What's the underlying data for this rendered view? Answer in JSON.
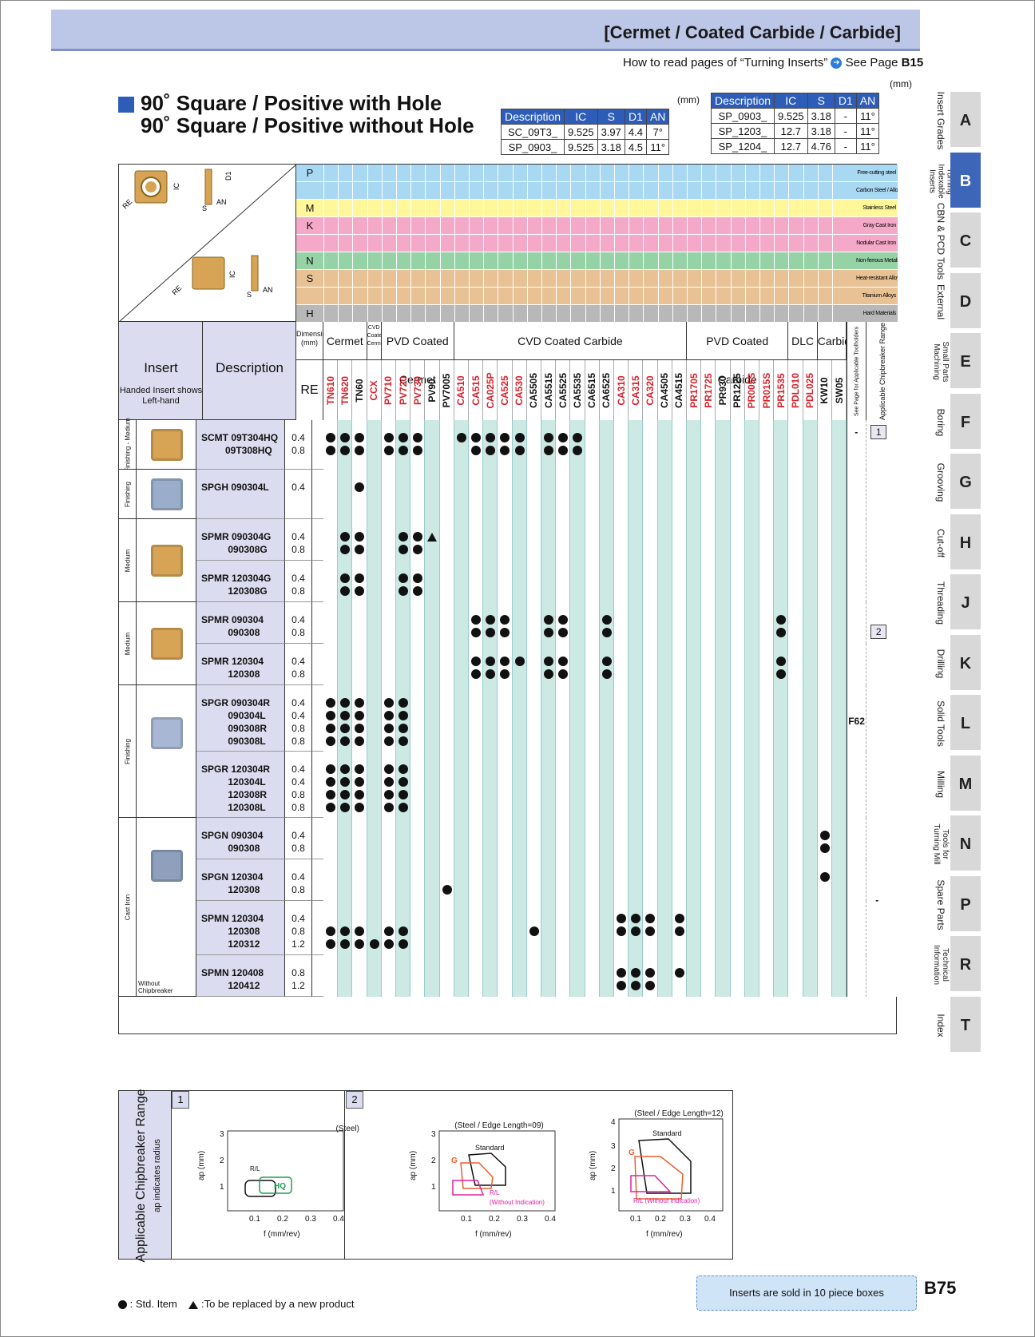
{
  "header": {
    "title": "[Cermet / Coated Carbide / Carbide]",
    "how_to": "How to read pages of “Turning Inserts”",
    "see_page": "See Page",
    "see_page_num": "B15",
    "mm": "(mm)"
  },
  "title": {
    "line1": "90˚ Square / Positive with Hole",
    "line2": "90˚ Square / Positive without Hole"
  },
  "dim_table_1": {
    "unit": "(mm)",
    "headers": [
      "Description",
      "IC",
      "S",
      "D1",
      "AN"
    ],
    "rows": [
      [
        "SC_09T3_",
        "9.525",
        "3.97",
        "4.4",
        "7°"
      ],
      [
        "SP_0903_",
        "9.525",
        "3.18",
        "4.5",
        "11°"
      ]
    ]
  },
  "dim_table_2": {
    "headers": [
      "Description",
      "IC",
      "S",
      "D1",
      "AN"
    ],
    "rows": [
      [
        "SP_0903_",
        "9.525",
        "3.18",
        "-",
        "11°"
      ],
      [
        "SP_1203_",
        "12.7",
        "3.18",
        "-",
        "11°"
      ],
      [
        "SP_1204_",
        "12.7",
        "4.76",
        "-",
        "11°"
      ]
    ]
  },
  "diagram_labels": {
    "ic": "IC",
    "s": "S",
    "d1": "D1",
    "an": "AN",
    "re": "RE"
  },
  "material_rows": [
    {
      "code": "P",
      "label": "Free-cutting steel",
      "color": "#a9d8f2"
    },
    {
      "code": "",
      "label": "Carbon Steel / Alloy Steel",
      "color": "#a9d8f2"
    },
    {
      "code": "M",
      "label": "Stainless Steel",
      "color": "#fff79a"
    },
    {
      "code": "K",
      "label": "Gray Cast Iron",
      "color": "#f4a9c8"
    },
    {
      "code": "",
      "label": "Nodular Cast Iron",
      "color": "#f4a9c8"
    },
    {
      "code": "N",
      "label": "Non-ferrous Metals",
      "color": "#95d3a6"
    },
    {
      "code": "S",
      "label": "Heat-resistant Alloys",
      "color": "#e8c294"
    },
    {
      "code": "",
      "label": "Titanium Alloys",
      "color": "#e8c294"
    },
    {
      "code": "H",
      "label": "Hard Materials",
      "color": "#b8b8b8"
    }
  ],
  "column_headers": {
    "insert": "Insert",
    "handed": "Handed Insert shows Left-hand",
    "description": "Description",
    "dimension": "Dimension (mm)",
    "re": "RE",
    "groups": [
      "Cermet",
      "CVD Coated Cermet",
      "PVD Coated Cermet",
      "CVD Coated Carbide",
      "PVD Coated Carbide",
      "DLC",
      "Carbide"
    ],
    "see_page": "See Page for Applicable Toolholders",
    "chipbreaker": "Applicable Chipbreaker Range"
  },
  "grades": [
    {
      "name": "TN610",
      "color": "#d8202a"
    },
    {
      "name": "TN620",
      "color": "#d8202a"
    },
    {
      "name": "TN60",
      "color": "#111"
    },
    {
      "name": "CCX",
      "color": "#d8202a"
    },
    {
      "name": "PV710",
      "color": "#d8202a"
    },
    {
      "name": "PV720",
      "color": "#d8202a"
    },
    {
      "name": "PV730",
      "color": "#d8202a"
    },
    {
      "name": "PV90",
      "color": "#111"
    },
    {
      "name": "PV7005",
      "color": "#111"
    },
    {
      "name": "CA510",
      "color": "#d8202a"
    },
    {
      "name": "CA515",
      "color": "#d8202a"
    },
    {
      "name": "CA025P",
      "color": "#d8202a"
    },
    {
      "name": "CA525",
      "color": "#d8202a"
    },
    {
      "name": "CA530",
      "color": "#d8202a"
    },
    {
      "name": "CA5505",
      "color": "#111"
    },
    {
      "name": "CA5515",
      "color": "#111"
    },
    {
      "name": "CA5525",
      "color": "#111"
    },
    {
      "name": "CA5535",
      "color": "#111"
    },
    {
      "name": "CA6515",
      "color": "#111"
    },
    {
      "name": "CA6525",
      "color": "#111"
    },
    {
      "name": "CA310",
      "color": "#d8202a"
    },
    {
      "name": "CA315",
      "color": "#d8202a"
    },
    {
      "name": "CA320",
      "color": "#d8202a"
    },
    {
      "name": "CA4505",
      "color": "#111"
    },
    {
      "name": "CA4515",
      "color": "#111"
    },
    {
      "name": "PR1705",
      "color": "#d8202a"
    },
    {
      "name": "PR1725",
      "color": "#d8202a"
    },
    {
      "name": "PR930",
      "color": "#111"
    },
    {
      "name": "PR1225",
      "color": "#111"
    },
    {
      "name": "PR005S",
      "color": "#d8202a"
    },
    {
      "name": "PR015S",
      "color": "#d8202a"
    },
    {
      "name": "PR1535",
      "color": "#d8202a"
    },
    {
      "name": "PDL010",
      "color": "#d8202a"
    },
    {
      "name": "PDL025",
      "color": "#d8202a"
    },
    {
      "name": "KW10",
      "color": "#111"
    },
    {
      "name": "SW05",
      "color": "#111"
    }
  ],
  "sections": [
    {
      "label": "Finishing - Medium",
      "items": [
        {
          "desc": "SCMT 09T304HQ\n         09T308HQ",
          "re": "0.4\n0.8"
        }
      ]
    },
    {
      "label": "Finishing",
      "items": [
        {
          "desc": "SPGH 090304L",
          "re": "0.4"
        }
      ]
    },
    {
      "label": "Medium",
      "items": [
        {
          "desc": "SPMR 090304G\n          090308G",
          "re": "0.4\n0.8"
        },
        {
          "desc": "SPMR 120304G\n          120308G",
          "re": "0.4\n0.8"
        }
      ]
    },
    {
      "label": "Medium",
      "items": [
        {
          "desc": "SPMR 090304\n          090308",
          "re": "0.4\n0.8"
        },
        {
          "desc": "SPMR 120304\n          120308",
          "re": "0.4\n0.8"
        }
      ]
    },
    {
      "label": "Finishing",
      "items": [
        {
          "desc": "SPGR 090304R\n          090304L\n          090308R\n          090308L",
          "re": "0.4\n0.4\n0.8\n0.8"
        },
        {
          "desc": "SPGR 120304R\n          120304L\n          120308R\n          120308L",
          "re": "0.4\n0.4\n0.8\n0.8"
        }
      ]
    },
    {
      "label": "Cast Iron",
      "items": [
        {
          "desc": "SPGN 090304\n          090308",
          "re": "0.4\n0.8"
        },
        {
          "desc": "SPGN 120304\n          120308",
          "re": "0.4\n0.8"
        },
        {
          "desc": "SPMN 120304\n          120308\n          120312",
          "re": "0.4\n0.8\n1.2"
        },
        {
          "desc": "SPMN 120408\n          120412",
          "re": "0.8\n1.2"
        }
      ],
      "note": "Without Chipbreaker"
    }
  ],
  "side_values": {
    "dash1": "-",
    "box1": "1",
    "box2": "2",
    "f62": "F62",
    "dash2": "-"
  },
  "tabs": [
    {
      "letter": "A",
      "label": "Insert Grades"
    },
    {
      "letter": "B",
      "label": "Turning Indexable Inserts"
    },
    {
      "letter": "C",
      "label": "CBN & PCD Tools"
    },
    {
      "letter": "D",
      "label": "External"
    },
    {
      "letter": "E",
      "label": "Small Parts Machining"
    },
    {
      "letter": "F",
      "label": "Boring"
    },
    {
      "letter": "G",
      "label": "Grooving"
    },
    {
      "letter": "H",
      "label": "Cut-off"
    },
    {
      "letter": "J",
      "label": "Threading"
    },
    {
      "letter": "K",
      "label": "Drilling"
    },
    {
      "letter": "L",
      "label": "Solid Tools"
    },
    {
      "letter": "M",
      "label": "Milling"
    },
    {
      "letter": "N",
      "label": "Tools for Turning Mill"
    },
    {
      "letter": "P",
      "label": "Spare Parts"
    },
    {
      "letter": "R",
      "label": "Technical Information"
    },
    {
      "letter": "T",
      "label": "Index"
    }
  ],
  "chipbreaker": {
    "title": "Applicable Chipbreaker Range",
    "sub": "ap indicates radius",
    "p1": "1",
    "p2": "2",
    "g1": {
      "cond": "(Steel)",
      "hq": "HQ",
      "rl": "R/L"
    },
    "g2": {
      "cond": "(Steel / Edge Length=09)",
      "std": "Standard",
      "g": "G",
      "rl": "R/L",
      "wi": "(Without Indication)"
    },
    "g3": {
      "cond": "(Steel / Edge Length=12)",
      "std": "Standard",
      "g": "G",
      "rl": "R/L (Without Indication)"
    },
    "ylabel": "ap (mm)",
    "xlabel": "f (mm/rev)",
    "xticks": [
      "0.1",
      "0.2",
      "0.3",
      "0.4"
    ]
  },
  "legend": {
    "std": ": Std. Item",
    "tri": ":To be replaced by a new product"
  },
  "sold": "Inserts are sold in 10 piece boxes",
  "page": "B75"
}
